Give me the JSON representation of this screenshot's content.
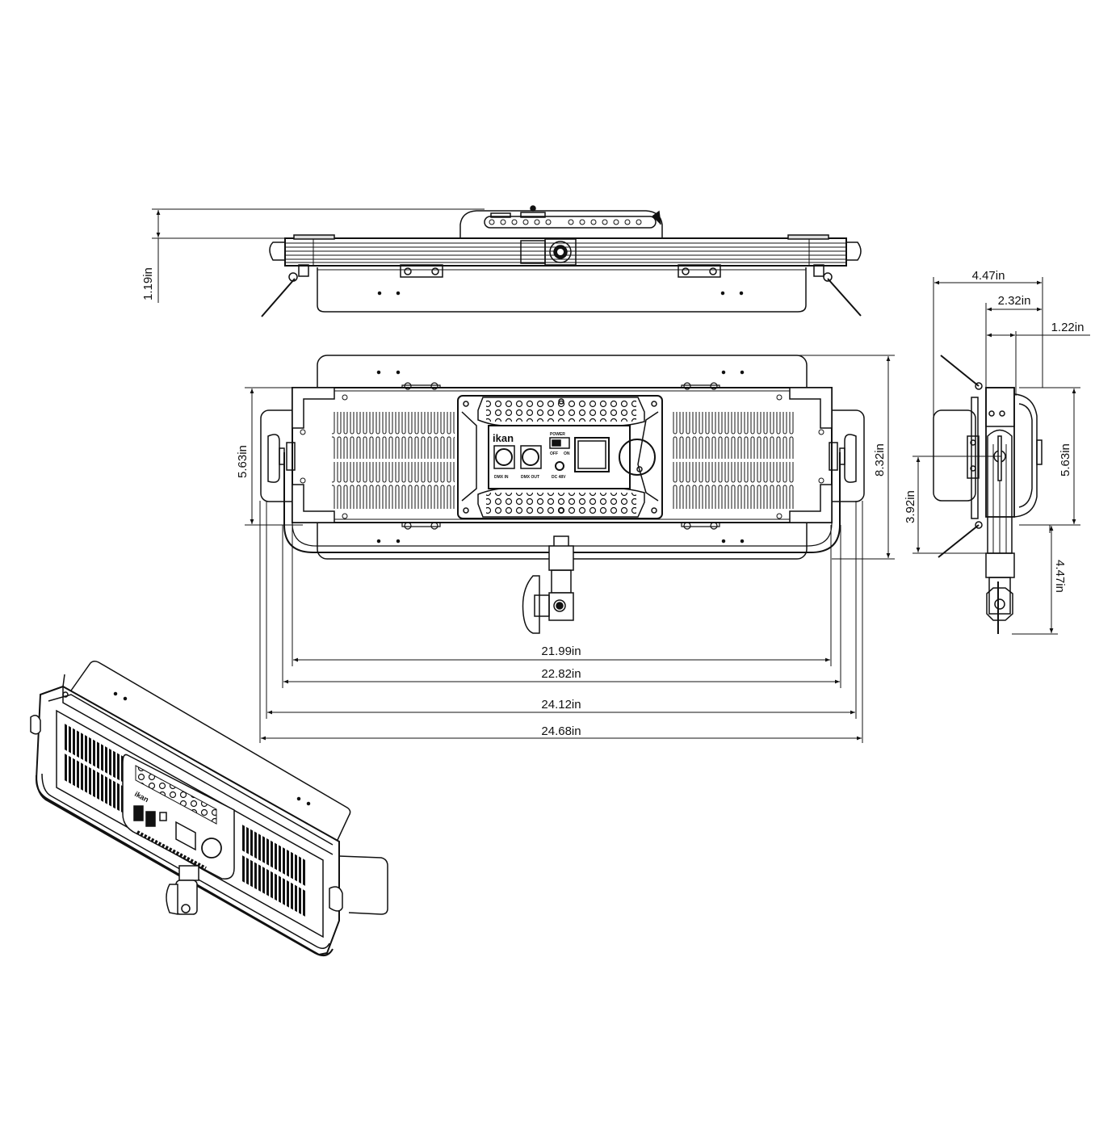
{
  "drawing": {
    "subject": "LED panel light with yoke — dimensional drawing",
    "views": [
      "top-view",
      "front-view",
      "side-view",
      "isometric-view"
    ]
  },
  "top_view": {
    "dimensions": {
      "height": "1.19in"
    }
  },
  "front_view": {
    "dimensions": {
      "frame_height": "5.63in",
      "overall_height": "8.32in",
      "width_inner": "21.99in",
      "width_yoke": "22.82in",
      "width_frame": "24.12in",
      "width_overall": "24.68in"
    },
    "control_panel": {
      "brand_logo": "ikan",
      "power_label": "POWER",
      "switch_off": "OFF",
      "switch_on": "ON",
      "connector_1": "DMX IN",
      "connector_2": "DMX OUT",
      "dc_input": "DC 48V"
    }
  },
  "side_view": {
    "dimensions": {
      "overall_depth": "4.47in",
      "body_depth": "2.32in",
      "yoke_offset": "1.22in",
      "frame_height": "5.63in",
      "pivot_height": "3.92in",
      "mount_drop": "4.47in"
    }
  },
  "isometric_view": {
    "brand_logo": "ikan"
  },
  "colors": {
    "line": "#111111",
    "background": "#ffffff"
  }
}
